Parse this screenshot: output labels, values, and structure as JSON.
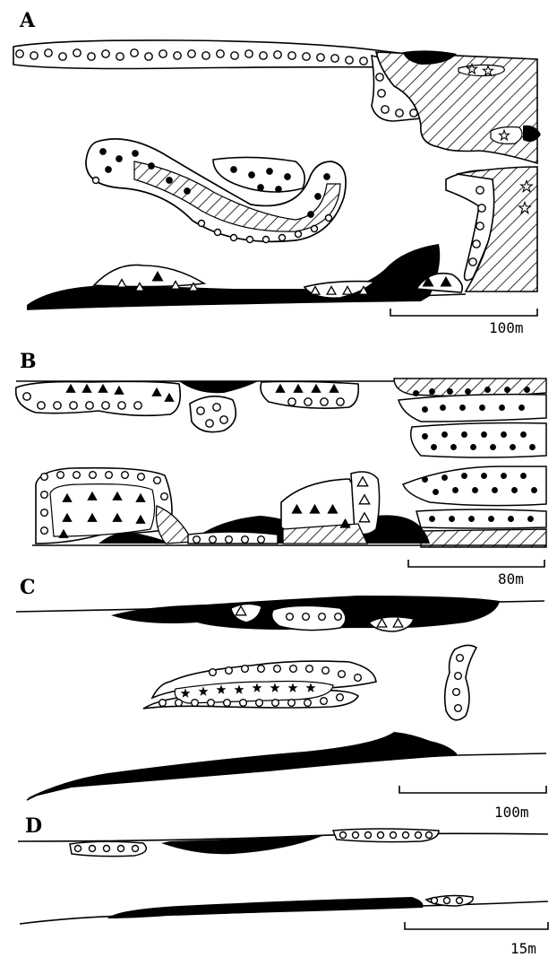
{
  "panels": [
    {
      "letter": "A",
      "scale_label": "100m"
    },
    {
      "letter": "B",
      "scale_label": "80m"
    },
    {
      "letter": "C",
      "scale_label": "100m"
    },
    {
      "letter": "D",
      "scale_label": "15m"
    }
  ],
  "colors": {
    "ink": "#000000",
    "paper": "#ffffff"
  },
  "legend_symbols": [
    "open-circle",
    "filled-circle",
    "filled-triangle",
    "open-triangle",
    "open-star",
    "filled-star",
    "diagonal-hatch",
    "solid-black"
  ]
}
